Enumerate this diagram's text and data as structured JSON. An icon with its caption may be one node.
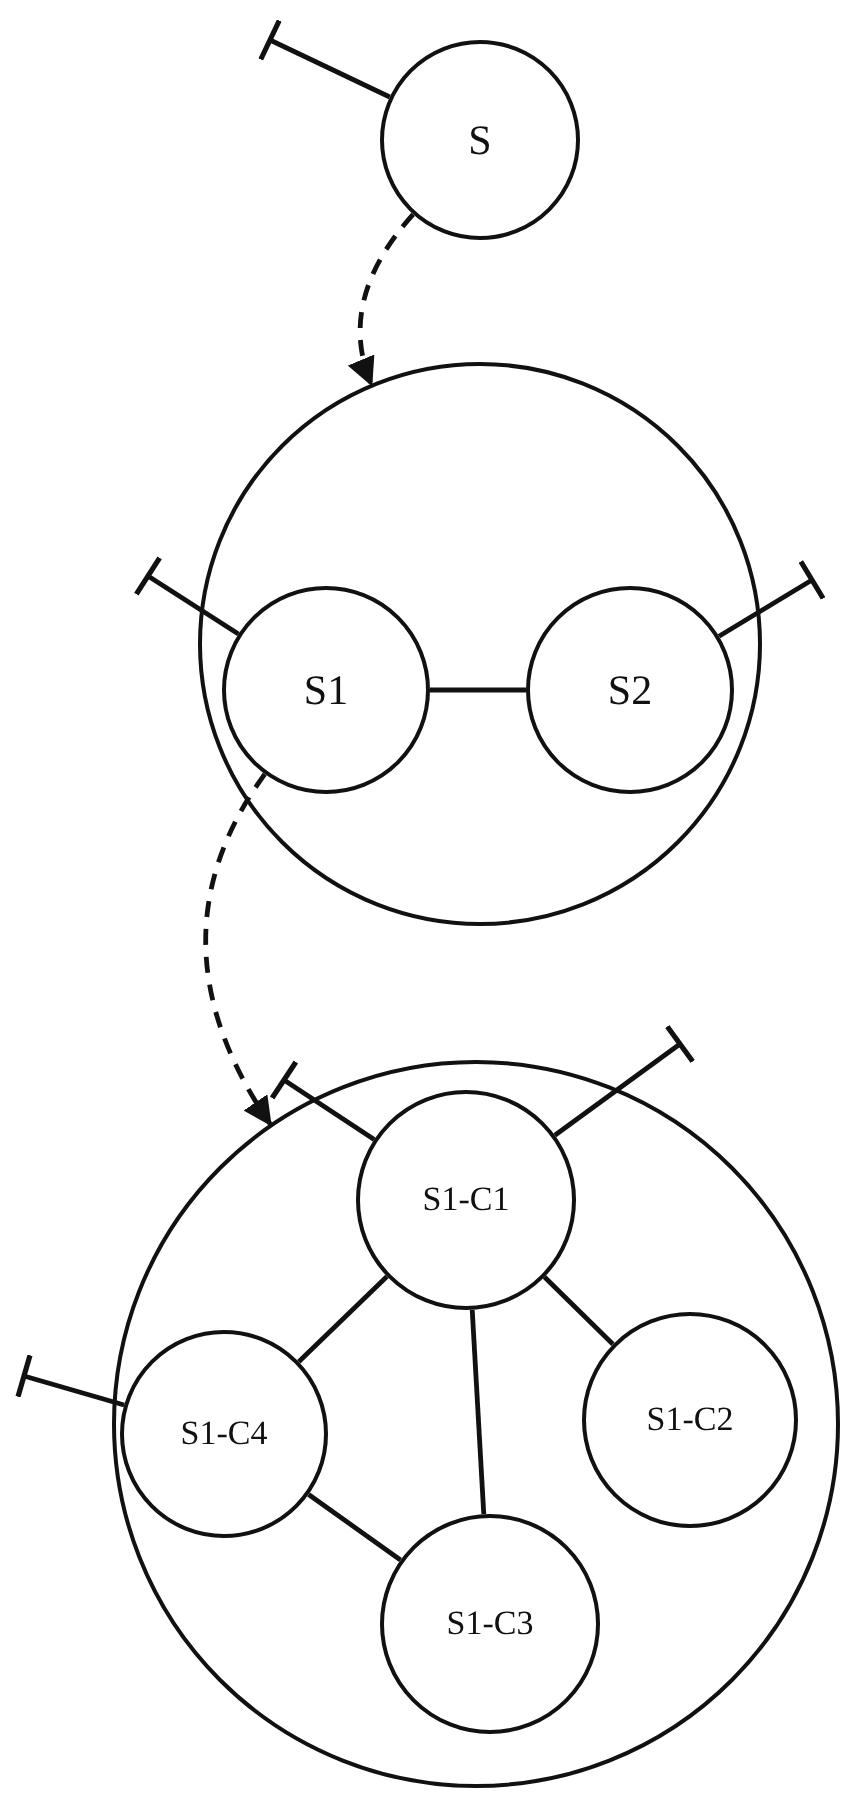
{
  "diagram": {
    "nodes": [
      {
        "text": [
          "S"
        ]
      },
      {
        "text": [],
        "shape": "circle"
      },
      {
        "text": [
          "S1"
        ],
        "in": 1
      },
      {
        "text": [
          "S2"
        ],
        "in": 1
      },
      {
        "text": [],
        "shape": "circle"
      },
      {
        "text": [
          "S1-C1"
        ],
        "in": 4
      },
      {
        "text": [
          "S1-C2"
        ],
        "in": 4
      },
      {
        "text": [
          "S1-C3"
        ],
        "in": 4
      },
      {
        "text": [
          "S1-C4"
        ],
        "in": 4
      }
    ],
    "edges": [
      {
        "from": 0,
        "to": null,
        "arrow": "other"
      },
      {
        "from": 0,
        "to": 1,
        "arrow": "to",
        "style": "dashed"
      },
      {
        "from": 2,
        "to": null,
        "arrow": "other"
      },
      {
        "from": 3,
        "to": null,
        "arrow": "other"
      },
      {
        "from": 2,
        "to": 3,
        "arrow": "none"
      },
      {
        "from": 2,
        "to": 4,
        "arrow": "to",
        "style": "dashed"
      },
      {
        "from": 5,
        "to": null,
        "arrow": "other"
      },
      {
        "from": 5,
        "to": null,
        "arrow": "other"
      },
      {
        "from": 8,
        "to": null,
        "arrow": "other"
      },
      {
        "from": 5,
        "to": 8,
        "arrow": "none"
      },
      {
        "from": 5,
        "to": 7,
        "arrow": "none"
      },
      {
        "from": 5,
        "to": 6,
        "arrow": "none"
      },
      {
        "from": 8,
        "to": 7,
        "arrow": "none"
      }
    ]
  }
}
